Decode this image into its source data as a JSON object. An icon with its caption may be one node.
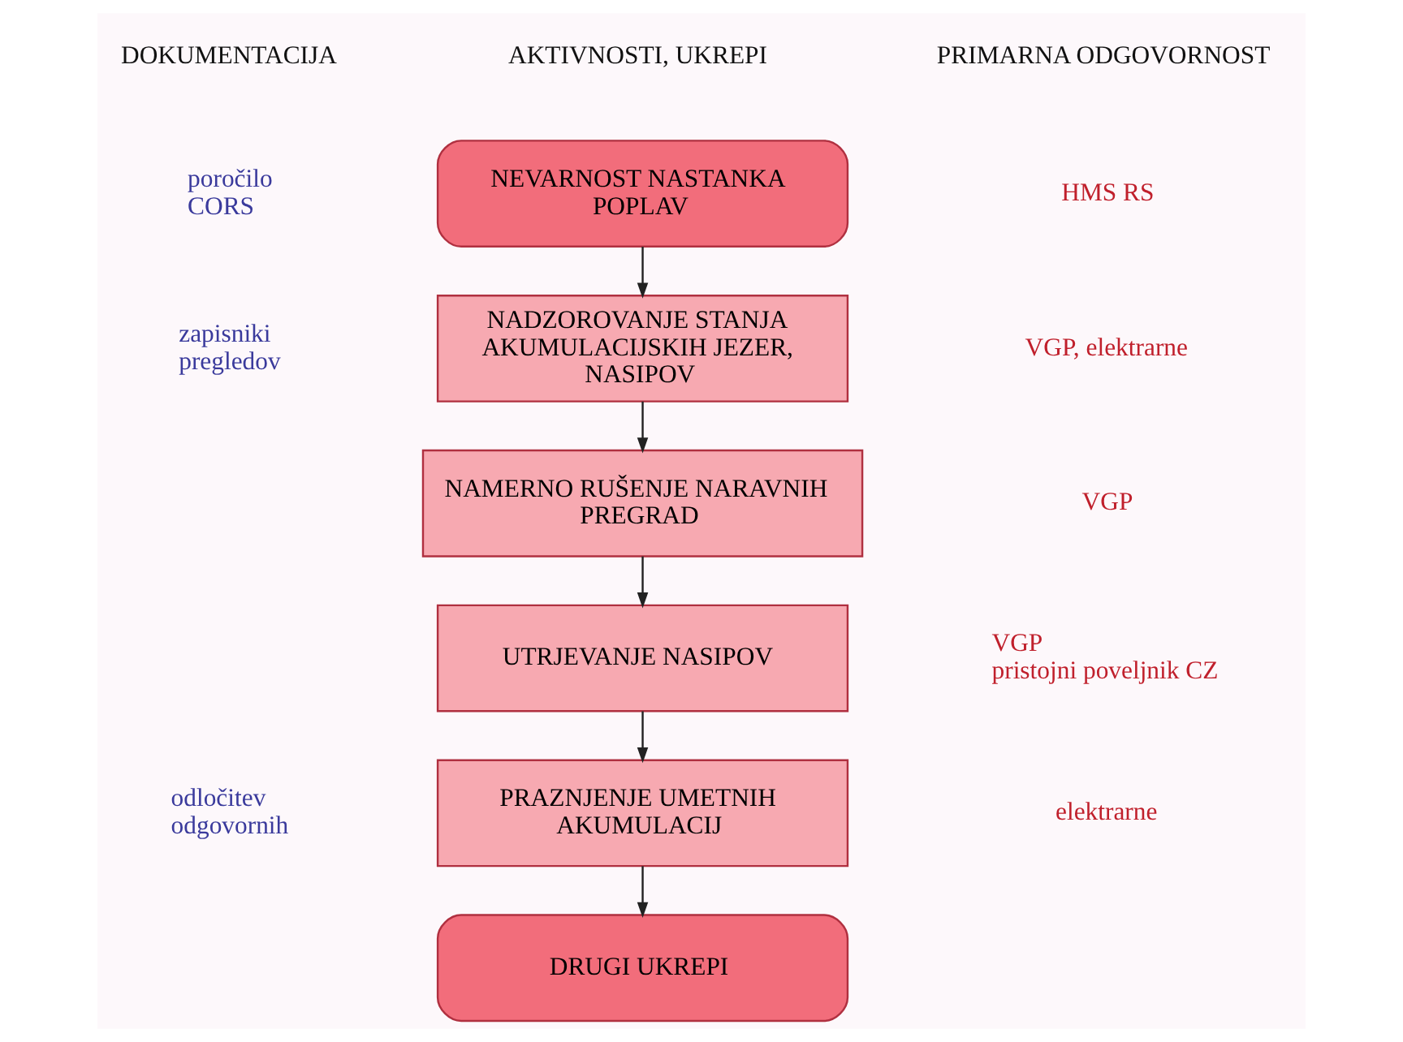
{
  "diagram": {
    "nodes": [
      {
        "text": [
          "NEVARNOST NASTANKA POPLAV"
        ]
      },
      {
        "text": [
          "NADZOROVANJE STANJA AKUMULACIJSKIH JEZER, NASIPOV"
        ]
      },
      {
        "text": [
          "NAMERNO RUŠENJE NARAVNIH PREGRAD"
        ]
      },
      {
        "text": [
          "UTRJEVANJE NASIPOV"
        ]
      },
      {
        "text": [
          "PRAZNJENJE UMETNIH AKUMULACIJ"
        ]
      },
      {
        "text": [
          "DRUGI UKREPI"
        ]
      }
    ],
    "edges": [
      {
        "from": 0,
        "to": 1,
        "arrow": "to"
      },
      {
        "from": 1,
        "to": 2,
        "arrow": "to"
      },
      {
        "from": 2,
        "to": 3,
        "arrow": "to"
      },
      {
        "from": 3,
        "to": 4,
        "arrow": "to"
      },
      {
        "from": 4,
        "to": 5,
        "arrow": "to"
      }
    ],
    "labels": [
      "DOKUMENTACIJA",
      "AKTIVNOSTI, UKREPI",
      "PRIMARNA ODGOVORNOST",
      "poročilo CORS",
      "HMS RS",
      "zapisniki pregledov",
      "VGP, elektrarne",
      "VGP",
      "VGP",
      "pristojni poveljnik CZ",
      "odločitev odgovornih",
      "elektrarne"
    ]
  }
}
